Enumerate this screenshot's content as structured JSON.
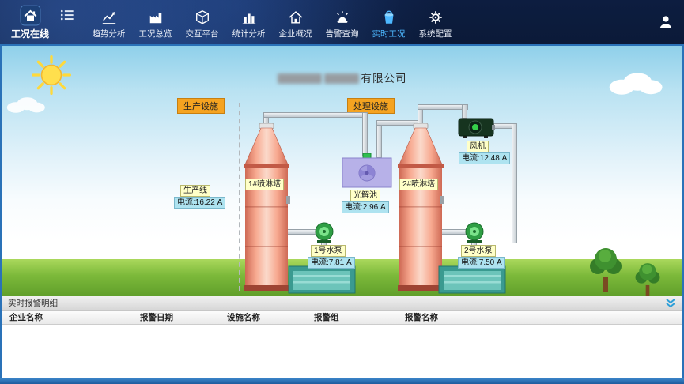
{
  "nav": {
    "logo_label": "工况在线",
    "items": [
      {
        "label": "趋势分析"
      },
      {
        "label": "工况总览"
      },
      {
        "label": "交互平台"
      },
      {
        "label": "统计分析"
      },
      {
        "label": "企业概况"
      },
      {
        "label": "告警查询"
      },
      {
        "label": "实时工况",
        "active": true
      },
      {
        "label": "系统配置"
      }
    ]
  },
  "scene": {
    "company_title_suffix": "有限公司",
    "sections": {
      "production": "生产设施",
      "treatment": "处理设施"
    },
    "equipment": {
      "production_line": {
        "name": "生产线",
        "current": "电流:16.22 A"
      },
      "tower1": {
        "name": "1#喷淋塔"
      },
      "photolysis": {
        "name": "光解池",
        "current": "电流:2.96 A"
      },
      "tower2": {
        "name": "2#喷淋塔"
      },
      "fan": {
        "name": "风机",
        "current": "电流:12.48 A"
      },
      "pump1": {
        "name": "1号水泵",
        "current": "电流:7.81 A"
      },
      "pump2": {
        "name": "2号水泵",
        "current": "电流:7.50 A"
      }
    }
  },
  "alarm_panel": {
    "title": "实时报警明细",
    "columns": [
      "企业名称",
      "报警日期",
      "设施名称",
      "报警组",
      "报警名称"
    ],
    "rows": []
  },
  "colors": {
    "nav_active": "#4db8ff",
    "section_label_bg": "#f5a320",
    "name_tag_bg": "#ffffc8",
    "value_tag_bg": "#aee3f0",
    "frame_blue": "#2a72b8"
  }
}
